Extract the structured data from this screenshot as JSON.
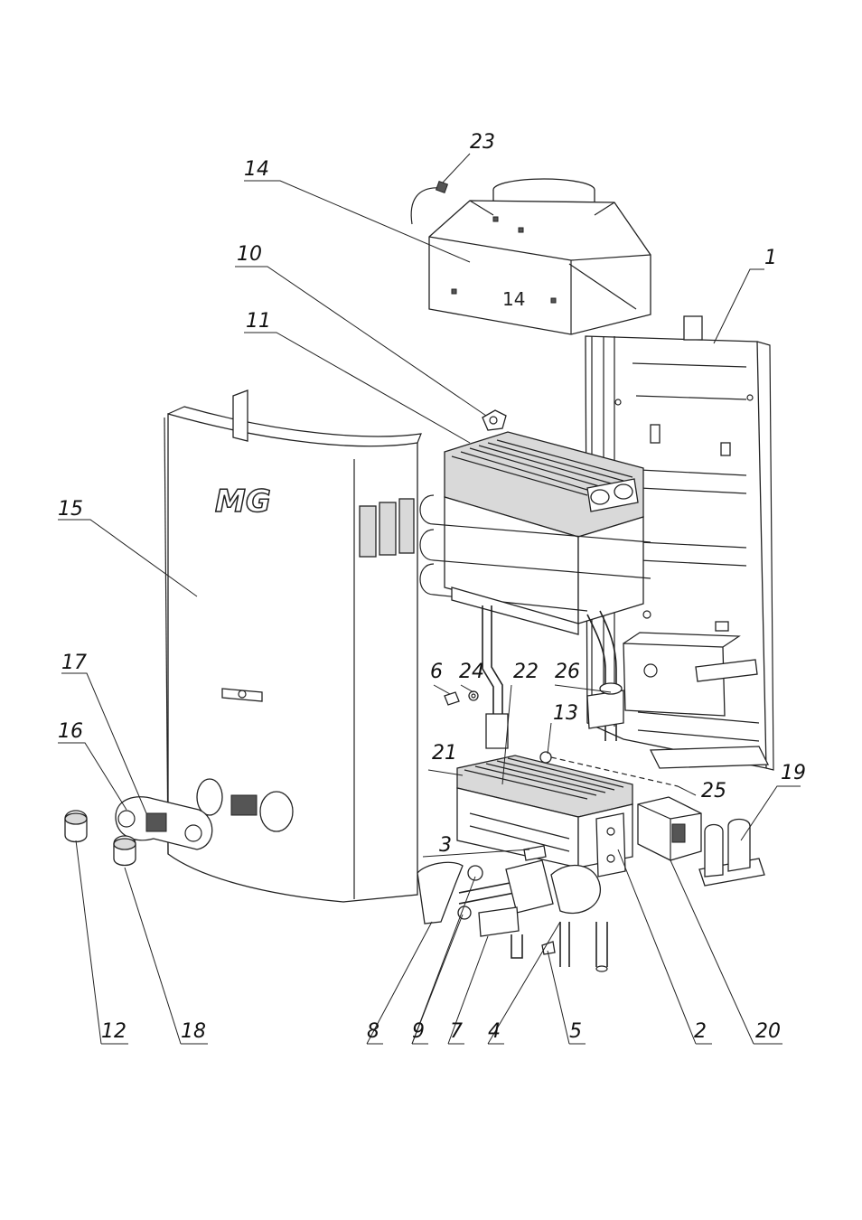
{
  "brand": {
    "logo_text": "MG"
  },
  "labels": [
    {
      "id": "1",
      "text": "1"
    },
    {
      "id": "2",
      "text": "2"
    },
    {
      "id": "3",
      "text": "3"
    },
    {
      "id": "4",
      "text": "4"
    },
    {
      "id": "5",
      "text": "5"
    },
    {
      "id": "6",
      "text": "6"
    },
    {
      "id": "7",
      "text": "7"
    },
    {
      "id": "8",
      "text": "8"
    },
    {
      "id": "9",
      "text": "9"
    },
    {
      "id": "10",
      "text": "10"
    },
    {
      "id": "11",
      "text": "11"
    },
    {
      "id": "12",
      "text": "12"
    },
    {
      "id": "13",
      "text": "13"
    },
    {
      "id": "14",
      "text": "14"
    },
    {
      "id": "15",
      "text": "15"
    },
    {
      "id": "16",
      "text": "16"
    },
    {
      "id": "17",
      "text": "17"
    },
    {
      "id": "18",
      "text": "18"
    },
    {
      "id": "19",
      "text": "19"
    },
    {
      "id": "20",
      "text": "20"
    },
    {
      "id": "21",
      "text": "21"
    },
    {
      "id": "22",
      "text": "22"
    },
    {
      "id": "23",
      "text": "23"
    },
    {
      "id": "24",
      "text": "24"
    },
    {
      "id": "25",
      "text": "25"
    },
    {
      "id": "26",
      "text": "26"
    }
  ],
  "embossed_mark": "14"
}
